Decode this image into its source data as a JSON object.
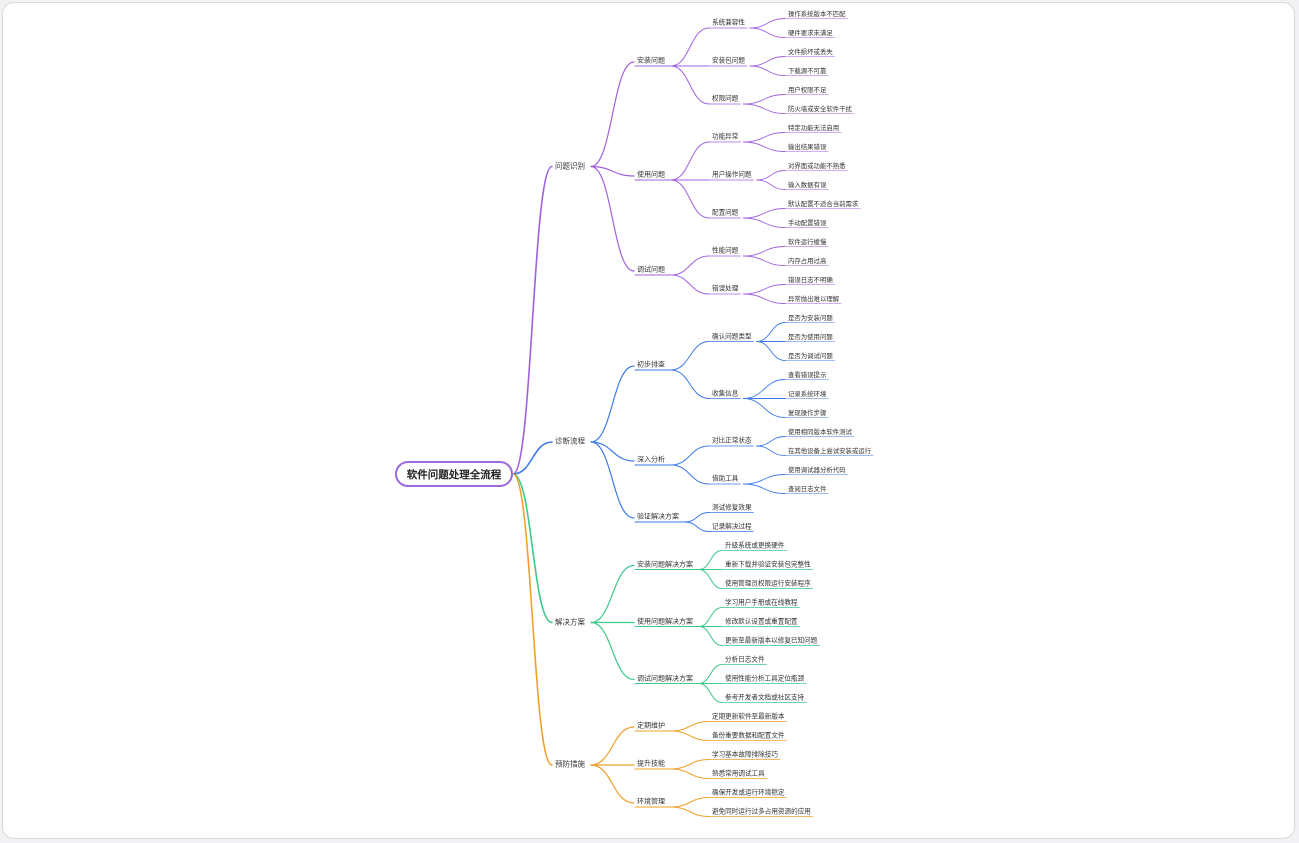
{
  "root": {
    "label": "软件问题处理全流程"
  },
  "colors": {
    "purple": "#a061e0",
    "blue": "#3d7ae8",
    "green": "#3dc98a",
    "orange": "#f0a02a",
    "rootBorder": "#9b6bdc"
  },
  "branches": [
    {
      "label": "问题识别",
      "color": "purple",
      "children": [
        {
          "label": "安装问题",
          "children": [
            {
              "label": "系统兼容性",
              "children": [
                "操作系统版本不匹配",
                "硬件要求未满足"
              ]
            },
            {
              "label": "安装包问题",
              "children": [
                "文件损坏或丢失",
                "下载源不可靠"
              ]
            },
            {
              "label": "权限问题",
              "children": [
                "用户权限不足",
                "防火墙或安全软件干扰"
              ]
            }
          ]
        },
        {
          "label": "使用问题",
          "children": [
            {
              "label": "功能异常",
              "children": [
                "特定功能无法启用",
                "输出结果错误"
              ]
            },
            {
              "label": "用户操作问题",
              "children": [
                "对界面或功能不熟悉",
                "输入数据有误"
              ]
            },
            {
              "label": "配置问题",
              "children": [
                "默认配置不适合当前需求",
                "手动配置错误"
              ]
            }
          ]
        },
        {
          "label": "调试问题",
          "children": [
            {
              "label": "性能问题",
              "children": [
                "软件运行缓慢",
                "内存占用过高"
              ]
            },
            {
              "label": "错误处理",
              "children": [
                "错误日志不明确",
                "异常抛出难以理解"
              ]
            }
          ]
        }
      ]
    },
    {
      "label": "诊断流程",
      "color": "blue",
      "children": [
        {
          "label": "初步排查",
          "children": [
            {
              "label": "确认问题类型",
              "children": [
                "是否为安装问题",
                "是否为使用问题",
                "是否为调试问题"
              ]
            },
            {
              "label": "收集信息",
              "children": [
                "查看错误提示",
                "记录系统环境",
                "复现操作步骤"
              ]
            }
          ]
        },
        {
          "label": "深入分析",
          "children": [
            {
              "label": "对比正常状态",
              "children": [
                "使用相同版本软件测试",
                "在其他设备上尝试安装或运行"
              ]
            },
            {
              "label": "借助工具",
              "children": [
                "使用调试器分析代码",
                "查阅日志文件"
              ]
            }
          ]
        },
        {
          "label": "验证解决方案",
          "children": [
            "测试修复效果",
            "记录解决过程"
          ]
        }
      ]
    },
    {
      "label": "解决方案",
      "color": "green",
      "children": [
        {
          "label": "安装问题解决方案",
          "children": [
            "升级系统或更换硬件",
            "重新下载并验证安装包完整性",
            "使用管理员权限运行安装程序"
          ]
        },
        {
          "label": "使用问题解决方案",
          "children": [
            "学习用户手册或在线教程",
            "修改默认设置或重置配置",
            "更新至最新版本以修复已知问题"
          ]
        },
        {
          "label": "调试问题解决方案",
          "children": [
            "分析日志文件",
            "使用性能分析工具定位瓶颈",
            "参考开发者文档或社区支持"
          ]
        }
      ]
    },
    {
      "label": "预防措施",
      "color": "orange",
      "children": [
        {
          "label": "定期维护",
          "children": [
            "定期更新软件至最新版本",
            "备份重要数据和配置文件"
          ]
        },
        {
          "label": "提升技能",
          "children": [
            "学习基本故障排除技巧",
            "熟悉常用调试工具"
          ]
        },
        {
          "label": "环境管理",
          "children": [
            "确保开发或运行环境稳定",
            "避免同时运行过多占用资源的应用"
          ]
        }
      ]
    }
  ]
}
